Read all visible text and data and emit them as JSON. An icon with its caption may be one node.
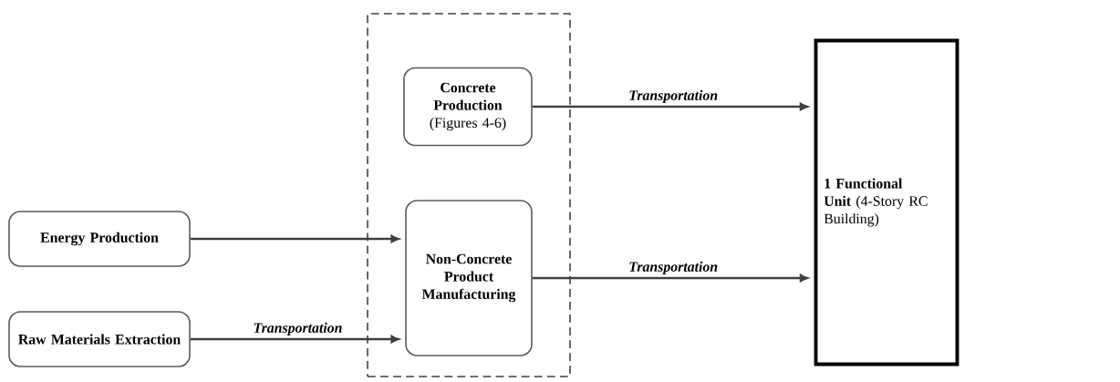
{
  "diagram": {
    "nodes": [
      {
        "text": [],
        "shape": "box"
      },
      {
        "text": [
          "Concrete Production",
          "(Figures 4-6)"
        ],
        "in": 0
      },
      {
        "text": [
          "Non-Concrete Product Manufacturing"
        ],
        "in": 0
      },
      {
        "text": [
          "Energy Production"
        ]
      },
      {
        "text": [
          "Raw Materials Extraction"
        ]
      },
      {
        "text": [
          "**1 Functional Unit** (4-Story RC Building)"
        ]
      }
    ],
    "edges": [
      {
        "from": 1,
        "to": 5,
        "arrow": "to",
        "label": "Transportation"
      },
      {
        "from": 2,
        "to": 5,
        "arrow": "to",
        "label": "Transportation"
      },
      {
        "from": 3,
        "to": 2,
        "arrow": "to"
      },
      {
        "from": 4,
        "to": 2,
        "arrow": "to",
        "label": "Transportation"
      }
    ]
  }
}
